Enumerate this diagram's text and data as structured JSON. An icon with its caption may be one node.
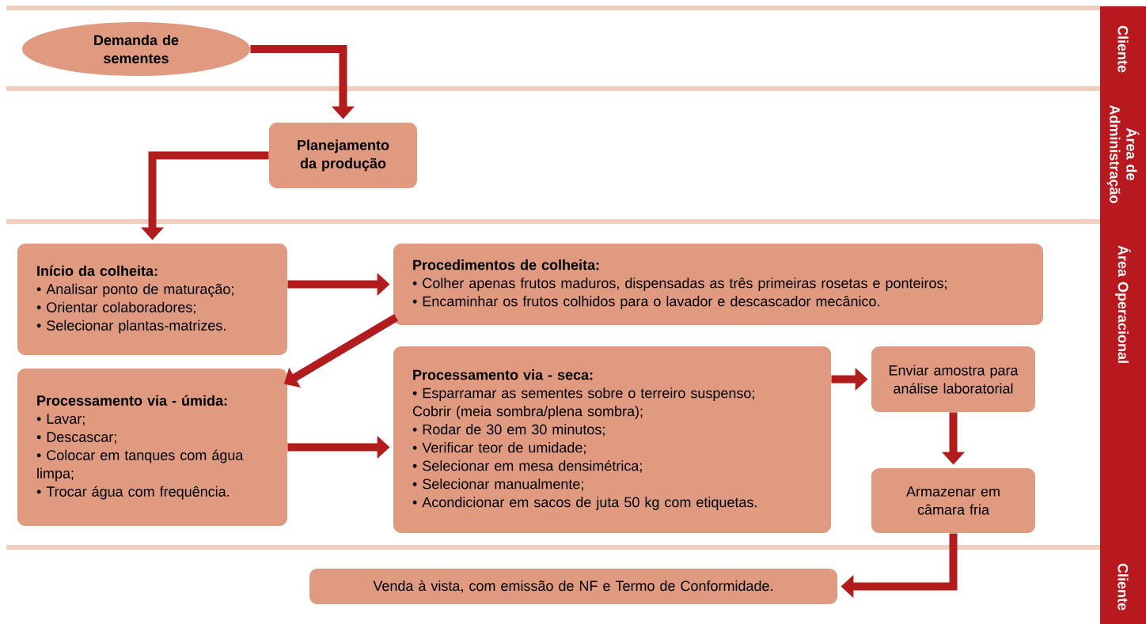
{
  "diagram": {
    "nodes": [
      {
        "text": [
          "Demanda de sementes"
        ]
      },
      {
        "text": [
          "Planejamento da produção"
        ]
      },
      {
        "text": [
          "Início da colheita:",
          "• Analisar ponto de maturação;",
          "• Orientar colaboradores;",
          "• Selecionar plantas-matrizes."
        ]
      },
      {
        "text": [
          "Procedimentos de colheita:",
          "• Colher apenas frutos maduros, dispensadas as três primeiras rosetas e ponteiros;",
          "• Encaminhar os frutos colhidos para o lavador e descascador mecânico."
        ]
      },
      {
        "text": [
          "Processamento via - úmida:",
          "• Lavar;",
          "• Descascar;",
          "• Colocar em tanques com água limpa;",
          "• Trocar água com frequência."
        ]
      },
      {
        "text": [
          "Processamento via - seca:",
          "• Esparramar as sementes sobre o terreiro suspenso;",
          "Cobrir (meia sombra/plena sombra);",
          "• Rodar de 30 em 30 minutos;",
          "• Verificar teor de umidade;",
          "• Selecionar em mesa densimétrica;",
          "• Selecionar manualmente;",
          "• Acondicionar em sacos de juta 50 kg com etiquetas."
        ]
      },
      {
        "text": [
          "Enviar amostra para análise laboratorial"
        ]
      },
      {
        "text": [
          "Armazenar em câmara fria"
        ]
      },
      {
        "text": [
          "Venda à vista, com emissão de NF e Termo de Conformidade."
        ]
      }
    ],
    "edges": [
      {
        "from": 0,
        "to": 1,
        "arrow": "to"
      },
      {
        "from": 1,
        "to": 2,
        "arrow": "to"
      },
      {
        "from": 2,
        "to": 3,
        "arrow": "to"
      },
      {
        "from": 3,
        "to": 4,
        "arrow": "to"
      },
      {
        "from": 4,
        "to": 5,
        "arrow": "to"
      },
      {
        "from": 5,
        "to": 6,
        "arrow": "to"
      },
      {
        "from": 6,
        "to": 7,
        "arrow": "to"
      },
      {
        "from": 7,
        "to": 8,
        "arrow": "to"
      }
    ],
    "labels": [
      "Cliente",
      "Área de Administração",
      "Área Operacional",
      "Cliente"
    ]
  }
}
